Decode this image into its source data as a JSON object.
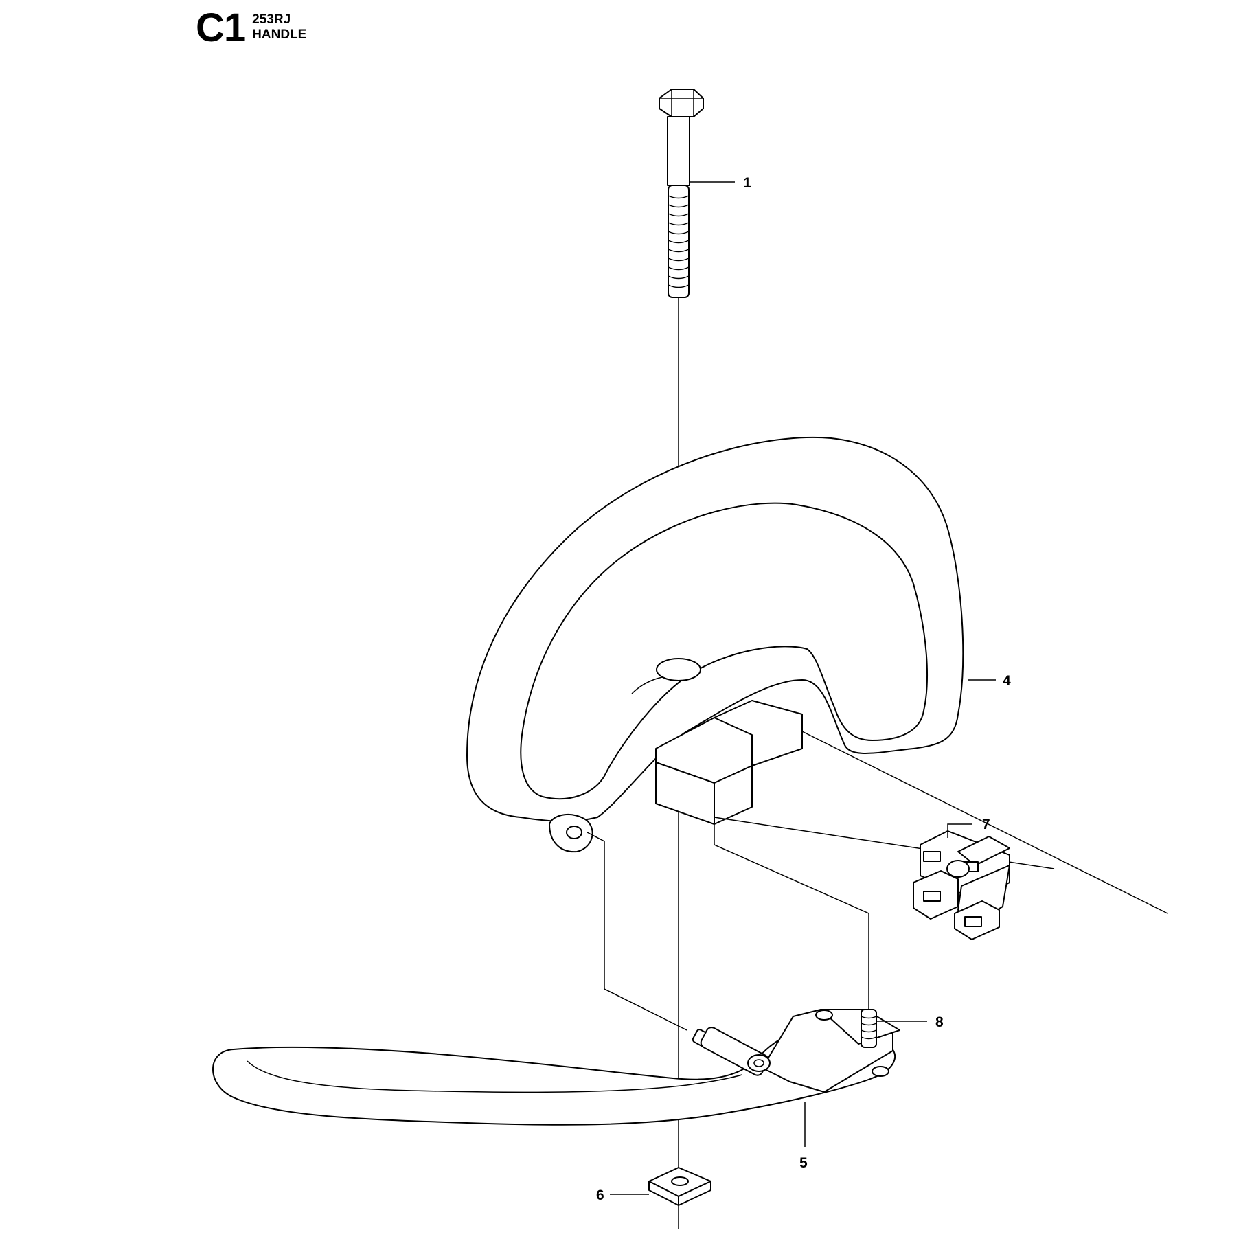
{
  "header": {
    "section_code": "C1",
    "model": "253RJ",
    "title": "HANDLE"
  },
  "callouts": {
    "part_1": "1",
    "part_4": "4",
    "part_5": "5",
    "part_6": "6",
    "part_7": "7",
    "part_8": "8"
  }
}
